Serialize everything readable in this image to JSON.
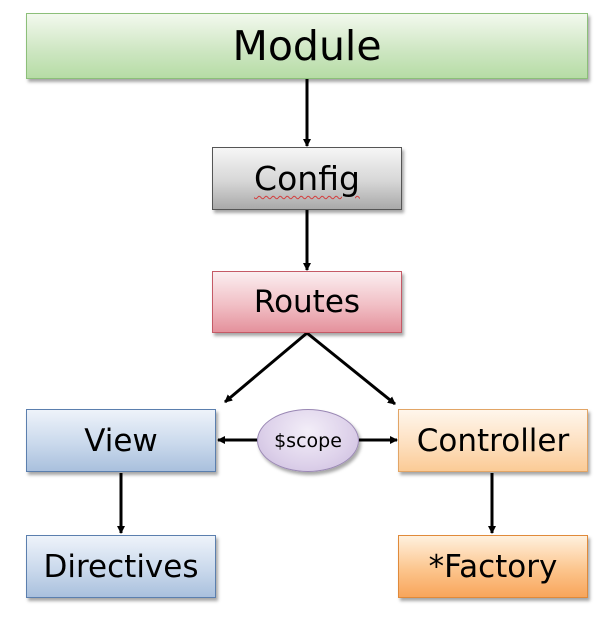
{
  "diagram": {
    "nodes": {
      "module": "Module",
      "config": "Config",
      "routes": "Routes",
      "view": "View",
      "scope": "$scope",
      "controller": "Controller",
      "directives": "Directives",
      "factory": "*Factory"
    },
    "edges": [
      {
        "from": "Module",
        "to": "Config"
      },
      {
        "from": "Config",
        "to": "Routes"
      },
      {
        "from": "Routes",
        "to": "View"
      },
      {
        "from": "Routes",
        "to": "Controller"
      },
      {
        "from": "$scope",
        "to": "View"
      },
      {
        "from": "$scope",
        "to": "Controller"
      },
      {
        "from": "View",
        "to": "Directives"
      },
      {
        "from": "Controller",
        "to": "*Factory"
      }
    ]
  }
}
